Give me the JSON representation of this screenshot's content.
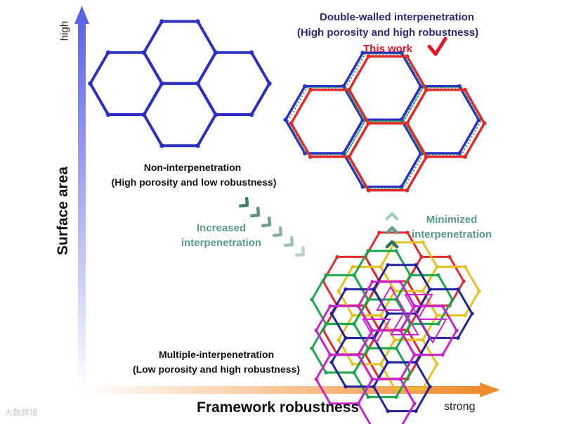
{
  "axes": {
    "y_label": "Surface area",
    "y_high": "high",
    "x_label": "Framework robustness",
    "x_high": "strong"
  },
  "nodes": {
    "double": {
      "title": "Double-walled interpenetration",
      "subtitle": "(High porosity and high robustness)",
      "tag": "This work"
    },
    "non": {
      "title": "Non-interpenetration",
      "subtitle": "(High porosity and low robustness)"
    },
    "multi": {
      "title": "Multiple-interpenetration",
      "subtitle": "(Low porosity and high robustness)"
    }
  },
  "transitions": {
    "increased": {
      "line1": "Increased",
      "line2": "interpenetration"
    },
    "minimized": {
      "line1": "Minimized",
      "line2": "interpenetration"
    }
  },
  "watermark": "大数跨境",
  "colors": {
    "navy": "#2b2a7a",
    "red_accent": "#e3152b",
    "teal": "#5a9a8e",
    "blue_net": "#2b2fc4",
    "red_net": "#e32b2b",
    "green_net": "#1aa84a",
    "yellow_net": "#e8c020",
    "purple_net": "#2222a0",
    "magenta_net": "#cc22cc"
  }
}
